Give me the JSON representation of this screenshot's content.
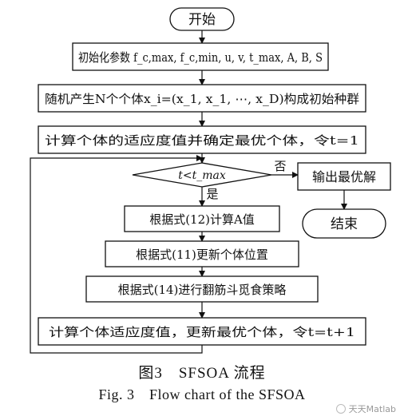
{
  "flowchart": {
    "start": "开始",
    "init_params": "初始化参数 f_c,max, f_c,min, u, v, t_max, A, B, S",
    "init_population": "随机产生N个个体x_i=(x_1, x_1, ⋯, x_D)构成初始种群",
    "compute_fitness": "计算个体的适应度值并确定最优个体，令t=1",
    "condition": "t<t_max",
    "branch_no": "否",
    "branch_yes": "是",
    "output_best": "输出最优解",
    "end": "结束",
    "step_12": "根据式(12)计算A值",
    "step_11": "根据式(11)更新个体位置",
    "step_14": "根据式(14)进行翻筋斗觅食策略",
    "update_step": "计算个体适应度值，更新最优个体，令t=t+1"
  },
  "caption": {
    "cn": "图3　SFSOA 流程",
    "en": "Fig. 3　Flow chart of the SFSOA"
  },
  "watermark": "天天Matlab"
}
